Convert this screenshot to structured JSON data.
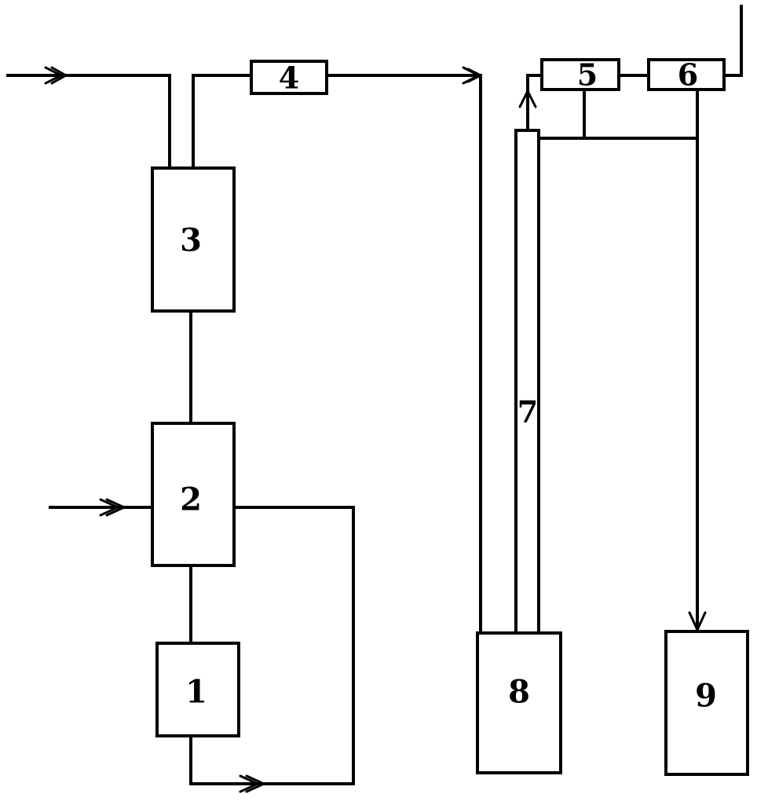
{
  "diagram": {
    "units": {
      "u1": "1",
      "u2": "2",
      "u3": "3",
      "u4": "4",
      "u5": "5",
      "u6": "6",
      "u7": "7",
      "u8": "8",
      "u9": "9"
    },
    "line_color": "#000000",
    "background": "#ffffff"
  }
}
